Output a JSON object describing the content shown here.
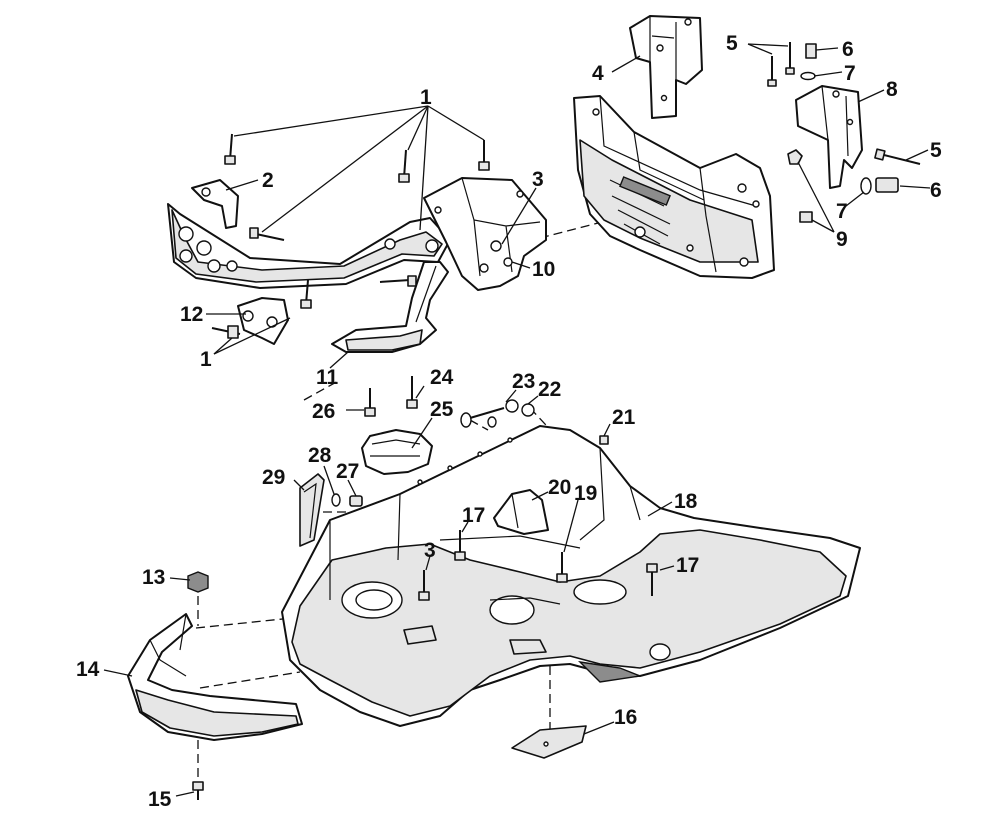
{
  "diagram": {
    "labels": {
      "c1": "1",
      "c1b": "1",
      "c2": "2",
      "c3": "3",
      "c3b": "3",
      "c4": "4",
      "c5": "5",
      "c5b": "5",
      "c6": "6",
      "c6b": "6",
      "c7": "7",
      "c7b": "7",
      "c8": "8",
      "c9": "9",
      "c10": "10",
      "c11": "11",
      "c12": "12",
      "c13": "13",
      "c14": "14",
      "c15": "15",
      "c16": "16",
      "c17": "17",
      "c17b": "17",
      "c18": "18",
      "c19": "19",
      "c20": "20",
      "c21": "21",
      "c22": "22",
      "c23": "23",
      "c24": "24",
      "c25": "25",
      "c26": "26",
      "c27": "27",
      "c28": "28",
      "c29": "29"
    }
  }
}
